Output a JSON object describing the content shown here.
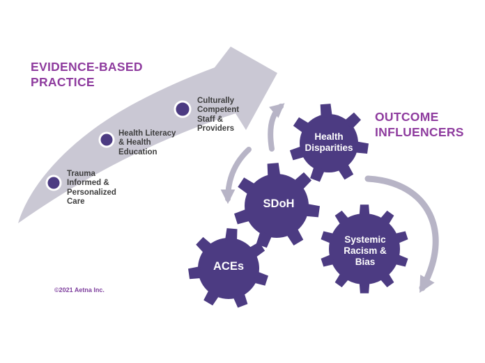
{
  "headings": {
    "left": "EVIDENCE-BASED\nPRACTICE",
    "right": "OUTCOME\nINFLUENCERS"
  },
  "practice": {
    "steps": [
      {
        "label": "Trauma\nInformed &\nPersonalized\nCare"
      },
      {
        "label": "Health Literacy\n& Health\nEducation"
      },
      {
        "label": "Culturally\nCompetent\nStaff &\nProviders"
      }
    ]
  },
  "influencers": {
    "gears": [
      {
        "label": "Health\nDisparities"
      },
      {
        "label": "SDoH"
      },
      {
        "label": "ACEs"
      },
      {
        "label": "Systemic\nRacism &\nBias"
      }
    ]
  },
  "footer": {
    "copyright": "©2021 Aetna Inc."
  },
  "colors": {
    "heading_purple": "#8e3b9e",
    "gear_purple": "#4c3b82",
    "arrow_gray": "#cac8d4",
    "cycle_arrow_gray": "#b7b4c6",
    "label_dark": "#3d3d3d",
    "footer_purple": "#7e3f9d"
  }
}
